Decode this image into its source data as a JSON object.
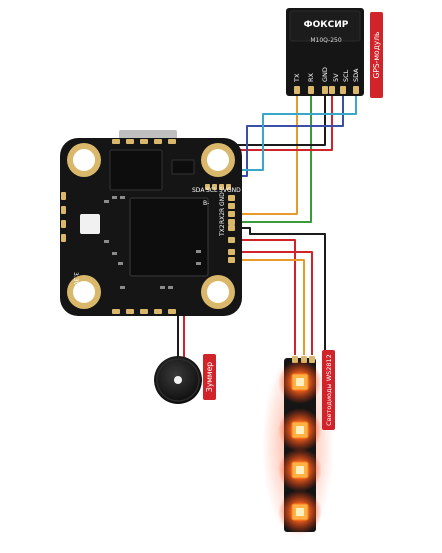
{
  "gps_module": {
    "brand": "ФОКСИР",
    "model": "M10Q-250",
    "pins": [
      "TX",
      "RX",
      "GND",
      "5V",
      "SCL",
      "SDA"
    ],
    "tag": "GPS-модуль"
  },
  "flight_controller": {
    "pad_labels": [
      "SDA",
      "SCL",
      "5V",
      "GND"
    ],
    "pad_labels_b": [
      "TX2",
      "RX2",
      "R",
      "GND"
    ],
    "buzzer_pad": "B-",
    "corner_label": "3.3V"
  },
  "buzzer": {
    "tag": "Зуммер"
  },
  "led_strip": {
    "tag": "Светодиоды WS2812"
  },
  "colors": {
    "wire_cyan": "#3aa6c9",
    "wire_blue": "#3b4fa8",
    "wire_black": "#1b1b1b",
    "wire_green": "#3a9a3a",
    "wire_orange": "#e89a2c",
    "wire_red": "#d0242a",
    "board": "#151515",
    "pad_gold": "#d9b86b",
    "tag_red": "#d0242a",
    "led_glow": "#ff4a1a"
  }
}
